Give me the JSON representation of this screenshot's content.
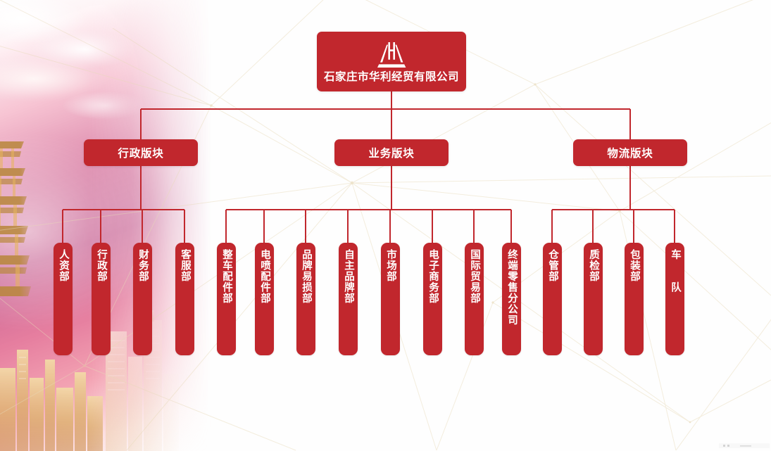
{
  "meta": {
    "title": "石家庄市华利经贸有限公司 组织架构图",
    "accent_color": "#c1272d",
    "line_color": "#c1272d",
    "text_color": "#ffffff",
    "background_color": "#ffffff"
  },
  "root": {
    "label": "石家庄市华利经贸有限公司",
    "logo_icon": "huali-trapezoid-logo-icon"
  },
  "divisions": [
    {
      "label": "行政版块"
    },
    {
      "label": "业务版块"
    },
    {
      "label": "物流版块"
    }
  ],
  "leaves": [
    {
      "label": "人资部",
      "division": "行政版块"
    },
    {
      "label": "行政部",
      "division": "行政版块"
    },
    {
      "label": "财务部",
      "division": "行政版块"
    },
    {
      "label": "客服部",
      "division": "行政版块"
    },
    {
      "label": "整车配件部",
      "division": "业务版块"
    },
    {
      "label": "电喷配件部",
      "division": "业务版块"
    },
    {
      "label": "品牌易损部",
      "division": "业务版块"
    },
    {
      "label": "自主品牌部",
      "division": "业务版块"
    },
    {
      "label": "市场部",
      "division": "业务版块"
    },
    {
      "label": "电子商务部",
      "division": "业务版块"
    },
    {
      "label": "国际贸易部",
      "division": "业务版块"
    },
    {
      "label": "终端零售分公司",
      "division": "业务版块"
    },
    {
      "label": "仓管部",
      "division": "物流版块"
    },
    {
      "label": "质检部",
      "division": "物流版块"
    },
    {
      "label": "包装部",
      "division": "物流版块"
    },
    {
      "label": "车 队",
      "division": "物流版块"
    }
  ]
}
